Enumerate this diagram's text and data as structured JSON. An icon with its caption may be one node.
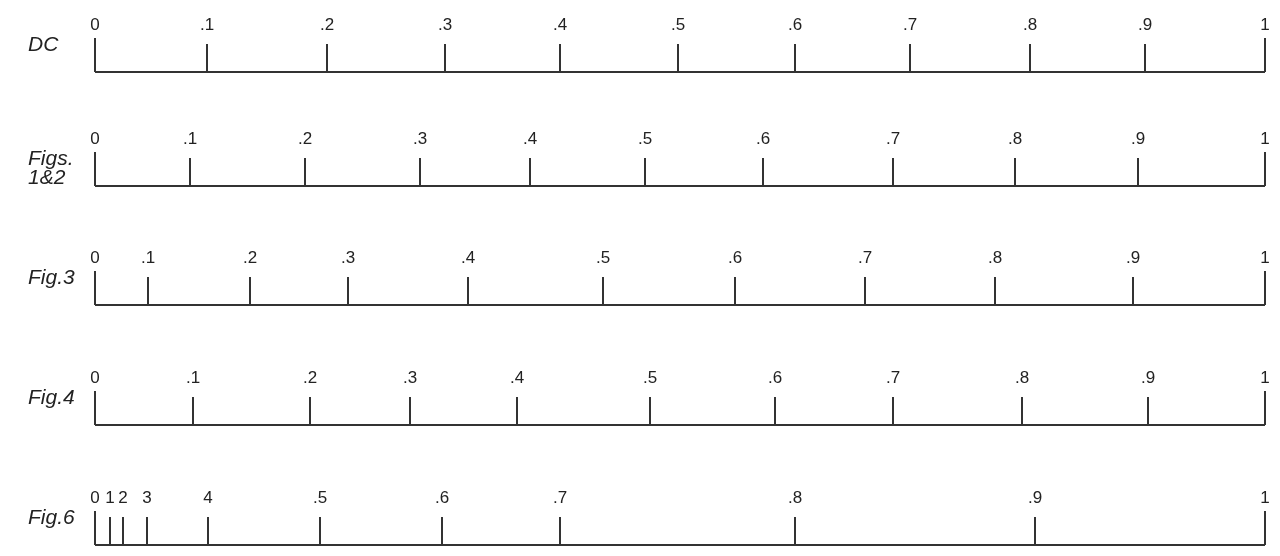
{
  "diagram": {
    "labels": [
      "DC",
      "0",
      ".1",
      ".2",
      ".3",
      ".4",
      ".5",
      ".6",
      ".7",
      ".8",
      ".9",
      "1",
      "Figs. 1&2",
      "0",
      ".1",
      ".2",
      ".3",
      ".4",
      ".5",
      ".6",
      ".7",
      ".8",
      ".9",
      "1",
      "Fig.3",
      "0",
      ".1",
      ".2",
      ".3",
      ".4",
      ".5",
      ".6",
      ".7",
      ".8",
      ".9",
      "1",
      "Fig.4",
      "0",
      ".1",
      ".2",
      ".3",
      ".4",
      ".5",
      ".6",
      ".7",
      ".8",
      ".9",
      "1",
      "Fig.6",
      "0",
      "1",
      "2",
      "3",
      "4",
      ".5",
      ".6",
      ".7",
      ".8",
      ".9",
      "1"
    ]
  }
}
